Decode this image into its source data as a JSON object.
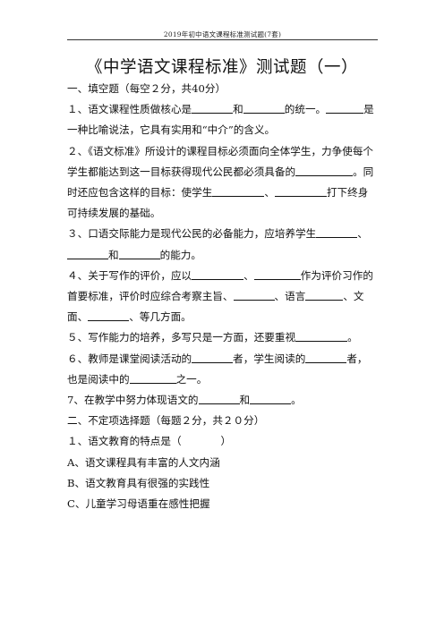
{
  "header": {
    "running_title": "2019年初中语文课程标准测试题(7套)"
  },
  "doc": {
    "title": "《中学语文课程标准》测试题（一）",
    "section1": "一、填空题（每空２分，共40分）",
    "q1": {
      "a": "１、语文课程性质做核心是",
      "b": "和",
      "c": "的统一。",
      "d": "是一种比喻说法，它具有实用和“中介”的含义。"
    },
    "q2": {
      "a": "２、《语文标准》所设计的课程目标必须面向全体学生，力争使每个学生都能达到这一目标获得现代公民都必须具备的",
      "b": "。同时还应包含这样的目标：使学生",
      "c": "、",
      "d": "打下终身可持续发展的基础。"
    },
    "q3": {
      "a": "３、口语交际能力是现代公民的必备能力，应培养学生",
      "b": "、",
      "c": "和",
      "d": "的能力。"
    },
    "q4": {
      "a": "４、关于写作的评价，应以",
      "b": "、",
      "c": "作为评价习作的首要标准，评价时应综合考察主旨、",
      "d": "、语言",
      "e": "、文面、",
      "f": "、等几方面。"
    },
    "q5": {
      "a": "５、写作能力的培养，多写只是一方面，还要重视",
      "b": "。"
    },
    "q6": {
      "a": "６、教师是课堂阅读活动的",
      "b": "者，学生阅读的",
      "c": "者，也是阅读中的",
      "d": "之一。"
    },
    "q7": {
      "a": "7、在教学中努力体现语文的",
      "b": "和",
      "c": "。"
    },
    "section2": "二、不定项选择题（每题２分，共２０分）",
    "mc1": {
      "stem_a": "１、语文教育的特点是（",
      "stem_b": "）",
      "options": [
        "A、语文课程具有丰富的人文内涵",
        "B、语文教育具有很强的实践性",
        "C、儿童学习母语重在感性把握"
      ]
    }
  }
}
